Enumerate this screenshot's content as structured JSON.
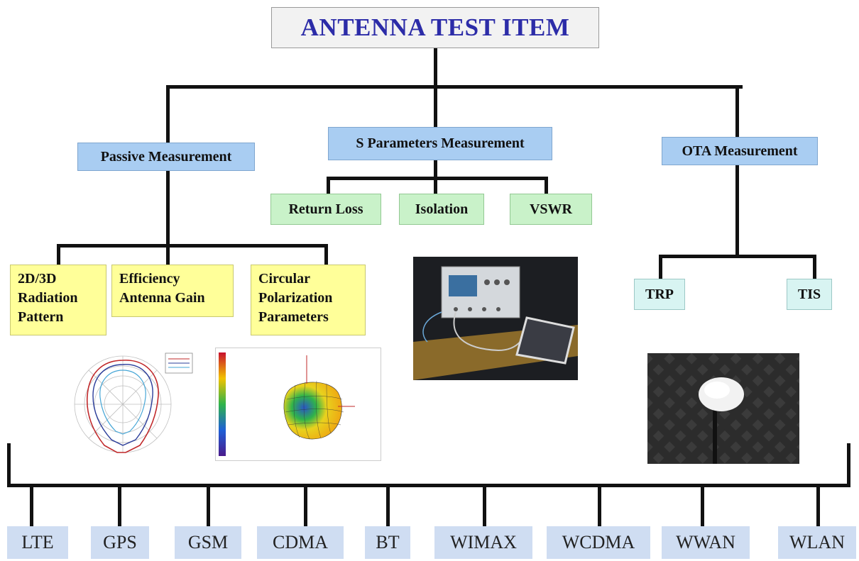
{
  "title": "ANTENNA TEST ITEM",
  "categories": {
    "passive": "Passive Measurement",
    "s_params": "S Parameters Measurement",
    "ota": "OTA Measurement"
  },
  "passive_items": [
    {
      "line1": "2D/3D",
      "line2": "Radiation",
      "line3": "Pattern"
    },
    {
      "line1": "Efficiency",
      "line2": "Antenna Gain",
      "line3": ""
    },
    {
      "line1": "Circular",
      "line2": "Polarization",
      "line3": "Parameters"
    }
  ],
  "s_param_items": [
    "Return Loss",
    "Isolation",
    "VSWR"
  ],
  "ota_items": [
    "TRP",
    "TIS"
  ],
  "standards": [
    "LTE",
    "GPS",
    "GSM",
    "CDMA",
    "BT",
    "WIMAX",
    "WCDMA",
    "WWAN",
    "WLAN"
  ],
  "colors": {
    "title_text": "#2c2ca8",
    "category_box": "#a9cdf2",
    "s_param_box": "#c9f2c9",
    "passive_box": "#ffff99",
    "ota_box": "#d8f4f2",
    "standard_box": "#cfddf2"
  }
}
